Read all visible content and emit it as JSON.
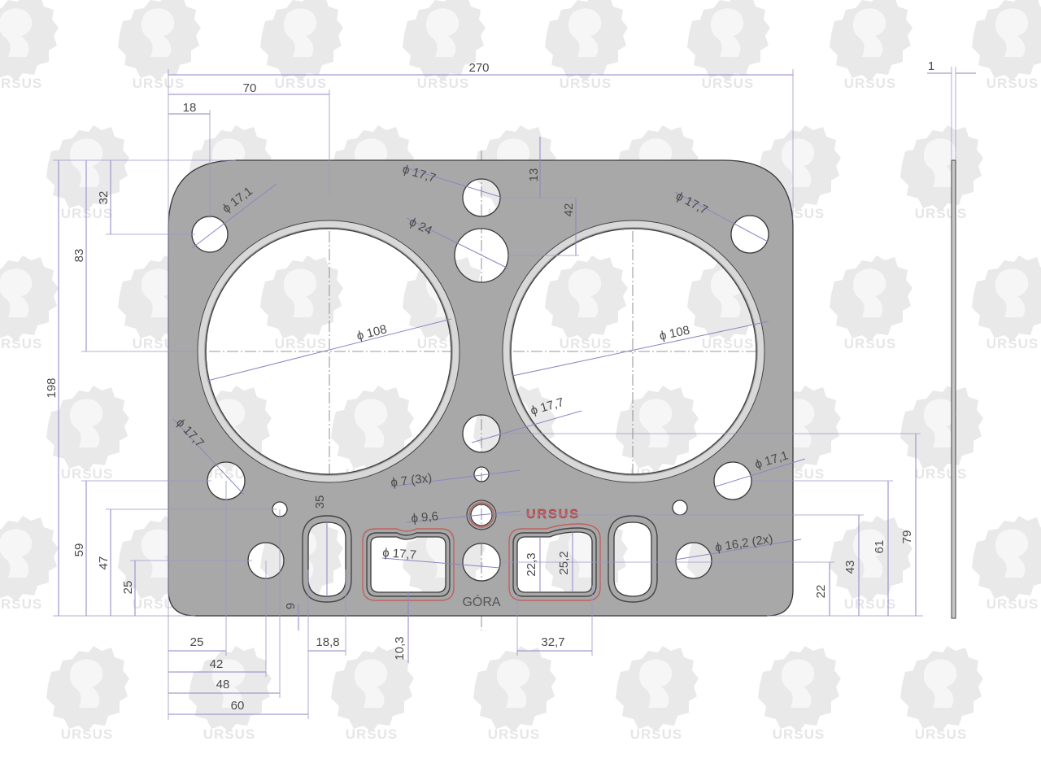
{
  "watermark": {
    "text": "URSUS",
    "color": "#e6e6e6"
  },
  "part_labels": {
    "brand": "URSUS",
    "top_mark": "GÓRA"
  },
  "colors": {
    "gasket": "#a8a8a8",
    "dimension_line": "#8a86c2",
    "seal_bead": "#c06060",
    "text": "#4a4a4a"
  },
  "dimensions": {
    "overall_width": "270",
    "bore_center": "70",
    "bolt_offset": "18",
    "thickness": "1",
    "overall_height": "198",
    "left_83": "83",
    "left_32": "32",
    "left_59": "59",
    "left_47": "47",
    "left_25": "25",
    "top_13": "13",
    "top_42": "42",
    "slot_35": "35",
    "slot_9": "9",
    "bottom_25": "25",
    "bottom_42": "42",
    "bottom_48": "48",
    "bottom_60": "60",
    "bottom_18_8": "18,8",
    "bottom_10_3": "10,3",
    "bottom_32_7": "32,7",
    "right_79": "79",
    "right_61": "61",
    "right_43": "43",
    "right_22": "22",
    "port_22_3": "22,3",
    "port_25_2": "25,2"
  },
  "diameters": {
    "hole_top_left": "ϕ 17,1",
    "hole_top_center": "ϕ 17,7",
    "hole_top_right": "ϕ 17,7",
    "hole_center_24": "ϕ 24",
    "bore_left": "ϕ 108",
    "bore_right": "ϕ 108",
    "hole_mid_center": "ϕ 17,7",
    "hole_left_lower": "ϕ 17,7",
    "hole_right_lower": "ϕ 17,1",
    "pin_holes": "ϕ 7  (3x)",
    "center_small": "ϕ 9,6",
    "port_left": "ϕ 17,7",
    "hole_right_small": "ϕ 16,2  (2x)"
  }
}
